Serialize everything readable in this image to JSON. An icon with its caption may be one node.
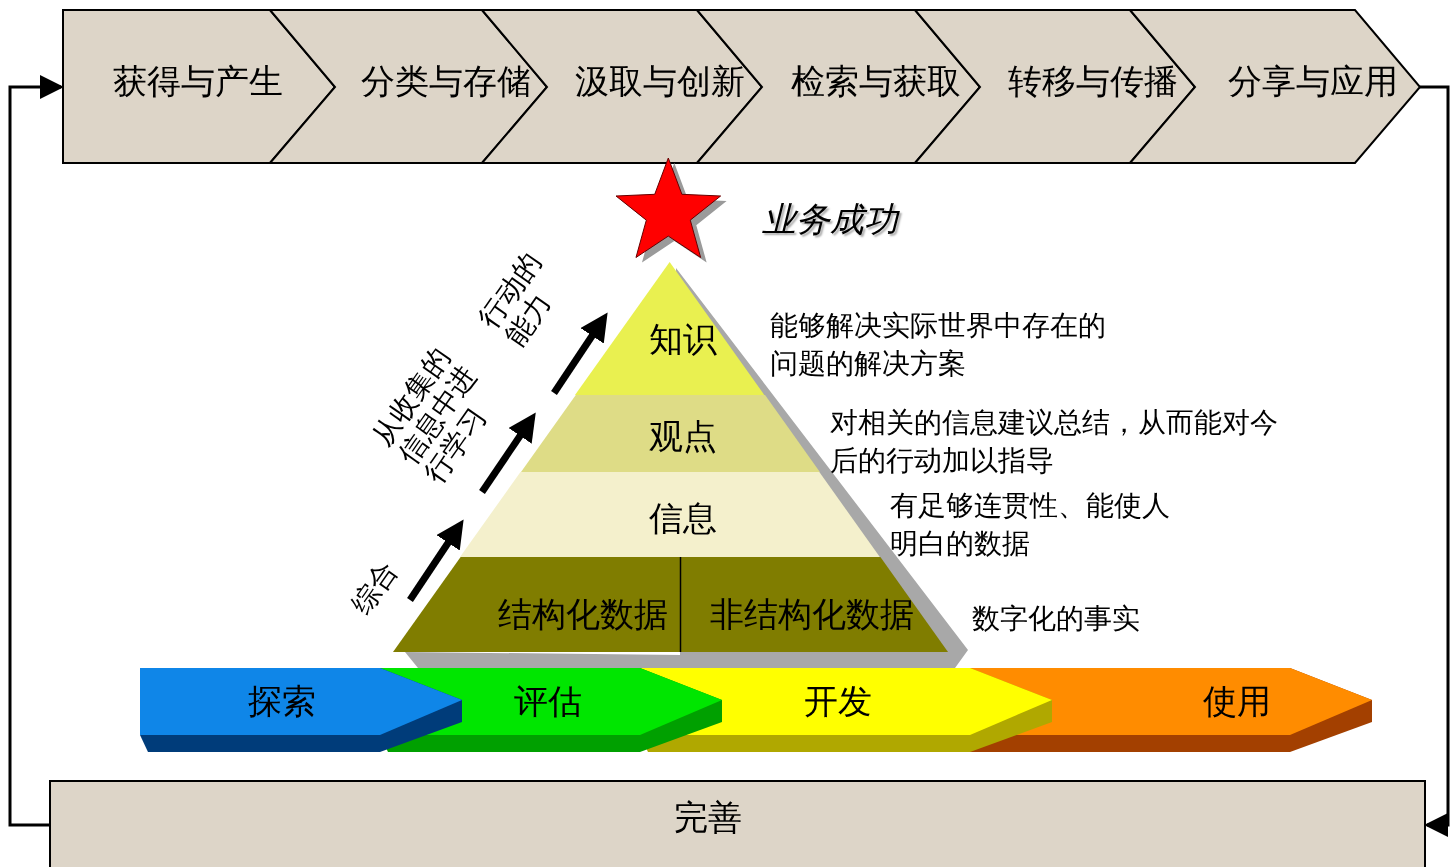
{
  "diagram": {
    "nodes": [
      {
        "text": [
          "获得与产生"
        ]
      },
      {
        "text": [
          "分类与存储"
        ]
      },
      {
        "text": [
          "汲取与创新"
        ]
      },
      {
        "text": [
          "检索与获取"
        ]
      },
      {
        "text": [
          "转移与传播"
        ]
      },
      {
        "text": [
          "分享与应用"
        ]
      },
      {
        "text": [],
        "shape": "star",
        "beside": [
          "业务成功"
        ]
      },
      {
        "text": [
          "知识"
        ],
        "beside": [
          "能够解决实际世界中存在的问题的解决方案"
        ]
      },
      {
        "text": [
          "观点"
        ],
        "beside": [
          "对相关的信息建议总结，从而能对今后的行动加以指导"
        ]
      },
      {
        "text": [
          "信息"
        ],
        "beside": [
          "有足够连贯性、能使人明白的数据"
        ]
      },
      {
        "text": [
          "结构化数据",
          "非结构化数据"
        ],
        "beside": [
          "数字化的事实"
        ]
      },
      {
        "text": [
          "探索"
        ]
      },
      {
        "text": [
          "评估"
        ]
      },
      {
        "text": [
          "开发"
        ]
      },
      {
        "text": [
          "使用"
        ]
      },
      {
        "text": [
          "完善"
        ]
      }
    ],
    "edges": [
      {
        "from": 5,
        "to": 15,
        "arrow": "to"
      },
      {
        "from": 15,
        "to": 0,
        "arrow": "to"
      }
    ],
    "labels": [
      "综合",
      "从收集的信息中进行学习",
      "行动的能力"
    ]
  }
}
